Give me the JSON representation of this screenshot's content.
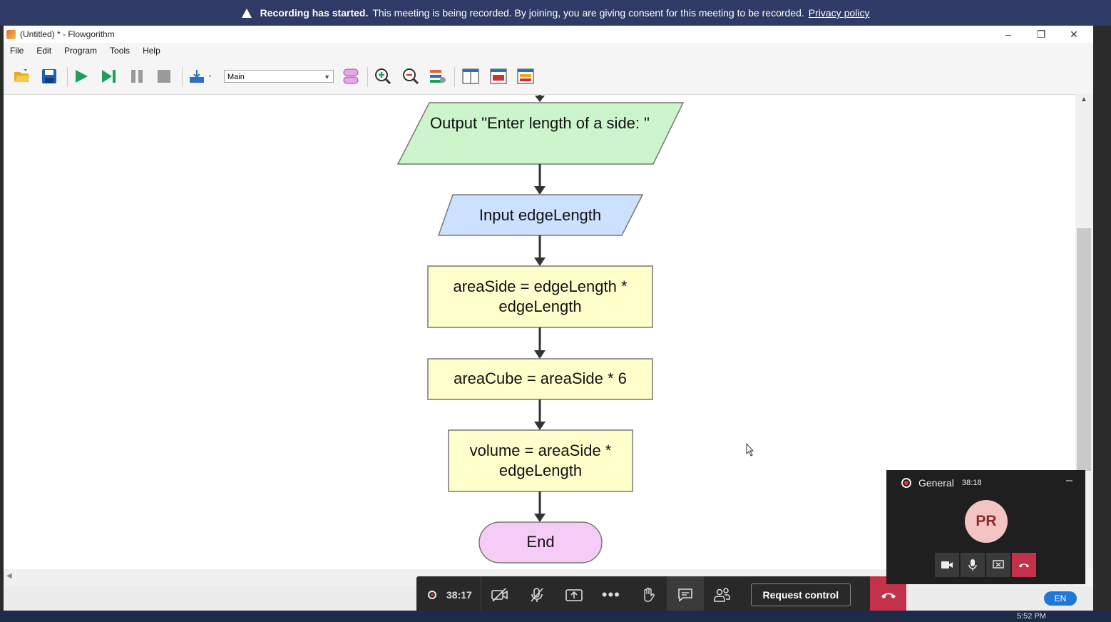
{
  "banner": {
    "title": "Recording has started.",
    "message": "This meeting is being recorded. By joining, you are giving consent for this meeting to be recorded.",
    "link": "Privacy policy"
  },
  "window": {
    "title": "(Untitled) * - Flowgorithm",
    "controls": [
      "–",
      "❐",
      "✕"
    ]
  },
  "menu": [
    "File",
    "Edit",
    "Program",
    "Tools",
    "Help"
  ],
  "toolbar": {
    "function_select": "Main",
    "buttons": [
      "open-icon",
      "save-icon",
      "run-icon",
      "step-icon",
      "pause-icon",
      "stop-icon",
      "export-icon",
      "layout-icon",
      "zoom-in-icon",
      "zoom-out-icon",
      "variables-icon",
      "panel-left-icon",
      "panel-console-icon",
      "panel-both-icon"
    ]
  },
  "flowchart": {
    "output": "Output \"Enter length of a side: \"",
    "input": "Input edgeLength",
    "assign1": "areaSide = edgeLength * edgeLength",
    "assign2": "areaCube = areaSide * 6",
    "assign3": "volume = areaSide * edgeLength",
    "end": "End"
  },
  "meeting_bar": {
    "timer": "38:17",
    "request_control": "Request control"
  },
  "mini_window": {
    "channel": "General",
    "timer": "38:18",
    "initials": "PR"
  },
  "tray": {
    "language": "EN",
    "time": "5:52 PM"
  },
  "colors": {
    "output_fill": "#ccf5cc",
    "input_fill": "#cce0ff",
    "process_fill": "#ffffcc",
    "end_fill": "#f5ccf5",
    "hangup": "#c4314b",
    "banner": "#2f3a67"
  }
}
